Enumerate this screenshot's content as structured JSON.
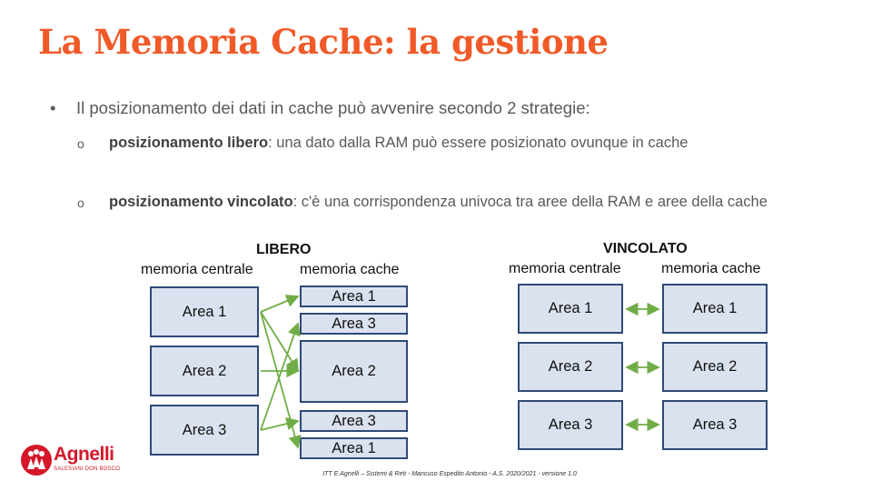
{
  "slide": {
    "title": "La Memoria Cache: la gestione"
  },
  "content": {
    "bullet_marker": "•",
    "bullet_text": "Il posizionamento dei dati in cache può avvenire secondo 2 strategie:",
    "sub_marker": "o",
    "sub_items": [
      {
        "term": "posizionamento libero",
        "text": ": una dato dalla RAM può essere posizionato ovunque in cache"
      },
      {
        "term": "posizionamento vincolato",
        "text": ": c'è una corrispondenza univoca tra aree della RAM e aree della cache"
      }
    ]
  },
  "diagram_libero": {
    "title": "LIBERO",
    "left_header": "memoria centrale",
    "right_header": "memoria cache",
    "left_boxes": [
      "Area 1",
      "Area 2",
      "Area 3"
    ],
    "right_boxes": [
      "Area 1",
      "Area 3",
      "Area 2",
      "Area 3",
      "Area 1"
    ]
  },
  "diagram_vincolato": {
    "title": "VINCOLATO",
    "left_header": "memoria centrale",
    "right_header": "memoria cache",
    "left_boxes": [
      "Area 1",
      "Area 2",
      "Area 3"
    ],
    "right_boxes": [
      "Area 1",
      "Area 2",
      "Area 3"
    ]
  },
  "colors": {
    "title": "#f05a28",
    "box_fill": "#dbe2ef",
    "box_border": "#2f4a76",
    "arrow": "#70ad47",
    "logo": "#d4182a"
  },
  "footer": {
    "text": "ITT E.Agnelli – Sistemi & Reti - Mancuso Espedito Antonio - A.S. 2020/2021 - versione 1.0"
  },
  "logo": {
    "name": "Agnelli",
    "subtitle": "SALESIANI DON BOSCO",
    "icon": "people-icon"
  }
}
